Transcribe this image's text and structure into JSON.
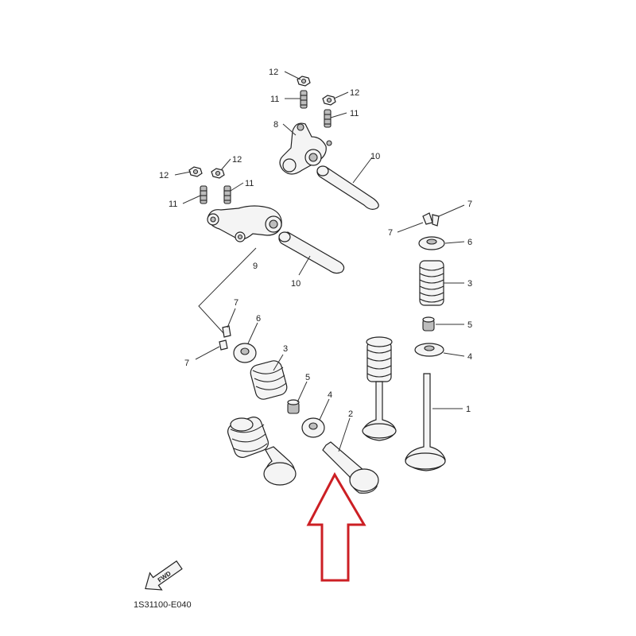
{
  "callouts": [
    "1",
    "2",
    "3",
    "3",
    "4",
    "4",
    "5",
    "5",
    "6",
    "6",
    "7",
    "7",
    "7",
    "7",
    "8",
    "9",
    "10",
    "10",
    "11",
    "11",
    "11",
    "11",
    "12",
    "12",
    "12",
    "12"
  ],
  "fwd_label": "FWD",
  "diagram_code": "1S31100-E040",
  "highlight_color": "#cc1f24"
}
